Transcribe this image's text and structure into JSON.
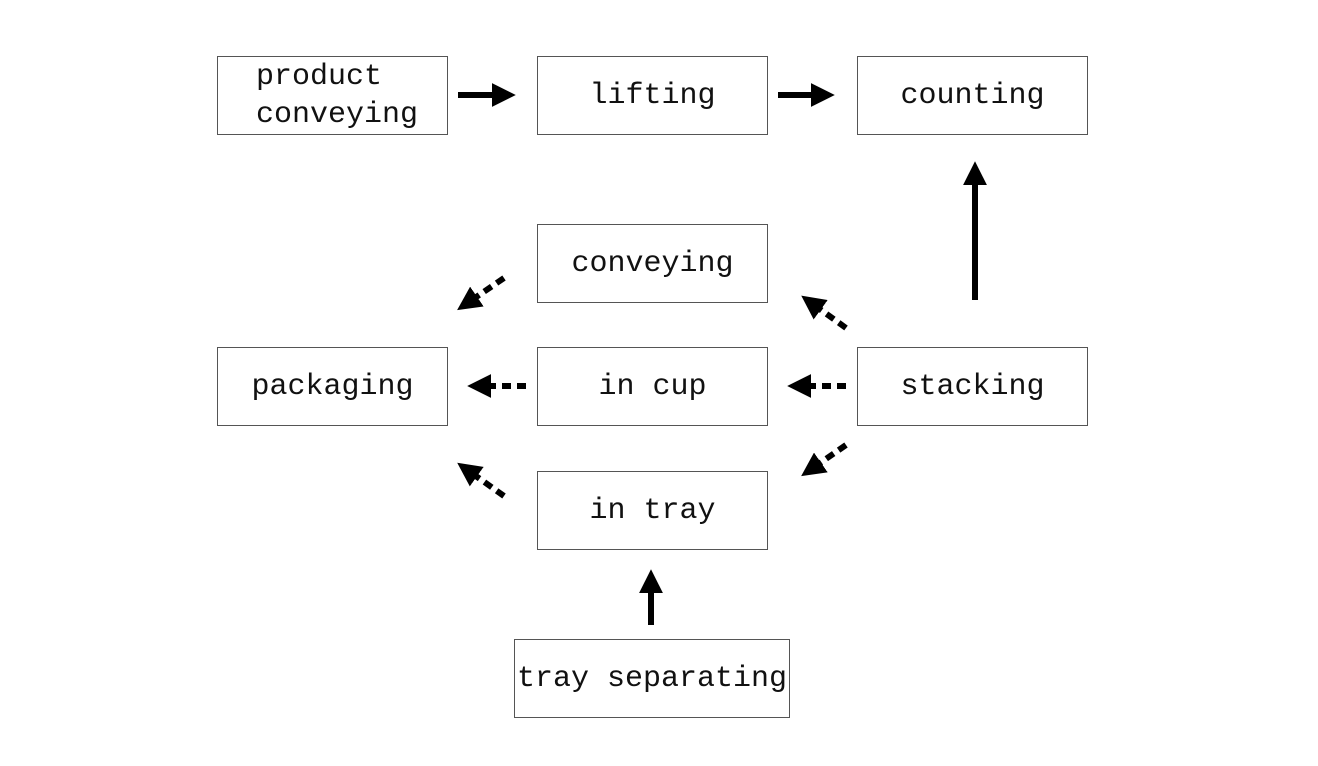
{
  "nodes": {
    "product_conveying": "product\nconveying",
    "lifting": "lifting",
    "counting": "counting",
    "conveying": "conveying",
    "packaging": "packaging",
    "in_cup": "in cup",
    "stacking": "stacking",
    "in_tray": "in tray",
    "tray_separating": "tray separating"
  },
  "colors": {
    "arrow": "#000000",
    "box_border": "#555555",
    "text": "#111111"
  }
}
